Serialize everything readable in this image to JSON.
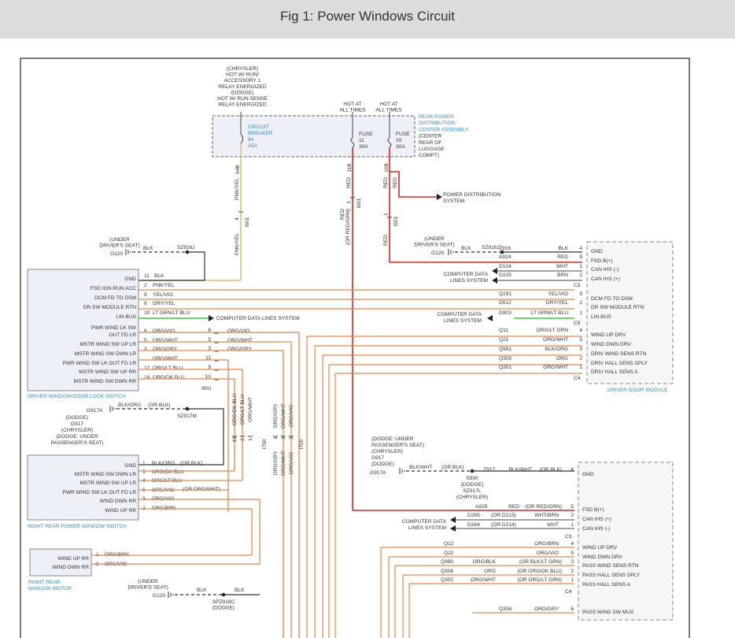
{
  "header": {
    "title": "Fig 1: Power Windows Circuit"
  },
  "colors": {
    "pnk_yel": "#e9b77c",
    "red": "#d7261e",
    "org": "#e8874a",
    "org_vio": "#ea7a50",
    "green": "#33d133",
    "dark": "#333333",
    "blue": "#3a8ac8",
    "box": "#7a7a7a"
  },
  "top_labels": {
    "relay": [
      "(CHRYSLER)",
      "HOT W/ RUN/",
      "ACCESSORY 1",
      "RELAY ENERGIZED",
      "(DODGE)",
      "HOT W/ RUN SENSE",
      "RELAY ENERGIZED"
    ],
    "fuse11_hot": [
      "HOT AT",
      "ALL TIMES"
    ],
    "fuse10_hot": [
      "HOT AT",
      "ALL TIMES"
    ]
  },
  "rpdc": {
    "name": [
      "REAR POWER",
      "DISTRIBUTION",
      "CENTER ASSEMBLY"
    ],
    "location": [
      "(CENTER",
      "REAR OF",
      "LUGGAGE",
      "COMPT)"
    ],
    "breaker": [
      "CIRCUIT",
      "BREAKER",
      "64",
      "25A"
    ],
    "fuse11": [
      "FUSE",
      "11",
      "30A"
    ],
    "fuse10": [
      "FUSE",
      "10",
      "30A"
    ],
    "pin_64b": "64B",
    "pin_11b": "11B",
    "pin_10b": "10B"
  },
  "wires_vertical": {
    "pnk_yel": "PNK/YEL",
    "pnk_yel_2": "PNK/YEL",
    "pin4": "4",
    "i601": "I601",
    "red_1": "RED",
    "red_2": "RED",
    "red_or": "(OR RED/GRN)",
    "pin1": "1",
    "i651": "I651",
    "red_3": "RED",
    "red_4": "RED",
    "pin1_b": "1",
    "i501": "I501",
    "power_dist": [
      "POWER DISTRIBUTION",
      "SYSTEM"
    ]
  },
  "ground_g120_top": {
    "location": [
      "(UNDER",
      "DRIVER'S SEAT)"
    ],
    "name": "G120",
    "wire": "BLK",
    "splice": "SZ916J"
  },
  "ground_g120_right": {
    "location": [
      "(UNDER",
      "DRIVER'S SEAT)"
    ],
    "name": "G120",
    "wire": "BLK",
    "splice": "SZ916J"
  },
  "driver_switch": {
    "name": "DRIVER WINDOW/DOOR LOCK SWITCH",
    "labels": [
      "GND",
      "FSD IGN RUN ACC",
      "DCM FD TO DSM",
      "DR SW MODULE RTN",
      "LIN BUS",
      "PWR WIND LK SW",
      "OUT FD LR",
      "MSTR WIND SW UP LR",
      "MSTR WIND SW DWN LR",
      "PWR WIND SW LK OUT FD LR",
      "MSTR WIND SW UP RR",
      "MSTR WIND SW DWN RR"
    ],
    "pins": [
      "11",
      "2",
      "8",
      "9",
      "10",
      "6",
      "5",
      "3",
      "12",
      "14"
    ],
    "wires": [
      "BLK",
      "PNK/YEL",
      "YEL/VIO",
      "GRY/YEL",
      "LT GRN/LT BLU",
      "ORG/VIO",
      "ORG/WHT",
      "ORG/GRY",
      "ORG/WHT",
      "ORG/LT BLU",
      "ORG/DK BLU"
    ],
    "ext_pins": [
      "6",
      "5",
      "3",
      "11",
      "9",
      "10"
    ],
    "ext_wires": [
      "ORG/VIO",
      "ORG/WHT",
      "ORG/GRY"
    ],
    "conn": "I601",
    "lin_target": "COMPUTER DATA LINES SYSTEM"
  },
  "driver_door_module": {
    "name": "DRIVER DOOR MODULE",
    "labels": [
      "GND",
      "FSD B(+)",
      "CAN IHS (-)",
      "CAN IHS (+)",
      "DCM FD TO DSM",
      "DR SW MODULE RTN",
      "LIN BUS",
      "WIND UP DRV",
      "WIND DWN DRV",
      "DRIV WIND SENS RTN",
      "DRIV HALL SENS SPLY",
      "DRIV HALL SENS A"
    ],
    "pins": [
      "4",
      "5",
      "1",
      "2",
      "5",
      "2",
      "1",
      "4",
      "5",
      "3",
      "2",
      "1"
    ],
    "circuits": [
      "Z916",
      "A924",
      "D104",
      "D103",
      "Q291",
      "D512",
      "D903",
      "Q11",
      "Q21",
      "Q991",
      "Q305",
      "Q301"
    ],
    "wires": [
      "BLK",
      "RED",
      "WHT",
      "BRN",
      "YEL/VIO",
      "GRY/YEL",
      "LT GRN/LT BLU",
      "ORG/LT GRN",
      "ORG/WHT",
      "BLK/ORG",
      "ORG",
      "ORG/WHT"
    ],
    "conns": [
      "C3",
      "C5",
      "C4"
    ],
    "cdl_1": [
      "COMPUTER DATA",
      "LINES SYSTEM"
    ],
    "cdl_2": [
      "COMPUTER DATA",
      "LINES SYSTEM"
    ]
  },
  "ground_g917_left": {
    "name": "G917A",
    "notes": [
      "(DODGE)",
      "G917",
      "(CHRYSLER)",
      "(DODGE: UNDER",
      "PASSENGER'S SEAT)"
    ],
    "wire": "BLK/ORG",
    "wire_or": "(OR BLK)",
    "splice": "SZ917M"
  },
  "vertical_bundle": {
    "labels_a": [
      "ORG/DK BLU",
      "ORG/LT BLU",
      "ORG/WHT"
    ],
    "pins_a": [
      "13",
      "2",
      "1"
    ],
    "labels_b": [
      "ORG/GRY",
      "ORG/WHT",
      "ORG/VIO"
    ],
    "pins_b": [
      "1",
      "2",
      "3"
    ],
    "conn_a": "I750",
    "conn_b": "I700",
    "lower_labels": [
      "ORG/GRY",
      "ORG/WHT",
      "ORG/VIO"
    ]
  },
  "rr_switch": {
    "name": "RIGHT REAR POWER WINDOW SWITCH",
    "labels": [
      "GND",
      "MSTR WIND SW DWN LR",
      "MSTR WIND SW UP LR",
      "PWR WIND SW LK OUT FD LR",
      "WIND DWN RR",
      "WIND UP RR"
    ],
    "pins": [
      "1",
      "5",
      "4",
      "6",
      "3",
      "2"
    ],
    "wires": [
      "BLK/ORG",
      "ORG/DK BLU",
      "ORG/LT BLU",
      "ORG/VIO",
      "ORG/VIO",
      "ORG/BRN"
    ],
    "wire_or": [
      "(OR BLK)",
      "(OR ORG/WHT)"
    ]
  },
  "rr_motor": {
    "name": [
      "RIGHT REAR",
      "WINDOW MOTOR"
    ],
    "labels": [
      "WIND UP RR",
      "WIND DWN RR"
    ],
    "pins": [
      "1",
      "2"
    ],
    "wires": [
      "ORG/BRN",
      "ORG/VIO"
    ]
  },
  "ground_g120_bottom": {
    "location": [
      "(UNDER",
      "DRIVER'S SEAT)"
    ],
    "name": "G120",
    "wire_1": "BLK",
    "wire_2": "BLK",
    "splice": [
      "SPZ916C",
      "(DODGE)"
    ]
  },
  "ground_g917_right": {
    "notes": [
      "(DODGE: UNDER",
      "PASSENGER'S SEAT)",
      "(CHRYSLER)",
      "G917",
      "(DODGE)"
    ],
    "name": "G917A",
    "wire": "BLK/WHT",
    "wire_or": "(OR BLK)",
    "splice": [
      "S590",
      "(DODGE)",
      "SZ917L",
      "(CHRYSLER)"
    ]
  },
  "passenger_door_module": {
    "labels": [
      "GND",
      "FSD B(+)",
      "CAN IHS (+)",
      "CAN IHS (-)",
      "WIND UP DRV",
      "WIND DWN DRV",
      "PASS WIND SENS RTN",
      "PASS HALL SENS SPLY",
      "PASS HALL SENS A",
      "PASS WIND SW MUX"
    ],
    "pins": [
      "4",
      "5",
      "2",
      "1",
      "4",
      "5",
      "3",
      "2",
      "1",
      "6"
    ],
    "circuits": [
      "Z917",
      "A925",
      "D265",
      "D264",
      "Q12",
      "Q22",
      "Q990",
      "Q306",
      "Q302",
      "Q336"
    ],
    "circuit_or": [
      "",
      "",
      "(OR D213)",
      "(OR D214)",
      "",
      "",
      "",
      "",
      "",
      ""
    ],
    "wires": [
      "BLK/WHT",
      "RED",
      "WHT/BRN",
      "WHT",
      "ORG/BRN",
      "ORG/VIO",
      "ORG/BLK",
      "ORG",
      "ORG/WHT",
      "ORG/GRY"
    ],
    "wire_or": [
      "(OR BLK)",
      "(OR RED/GRN)",
      "",
      "",
      "",
      "",
      "(OR BLK/LT GRN)",
      "(OR ORG/DK BLU)",
      "(OR ORG/LT GRN)",
      ""
    ],
    "conns": [
      "C3",
      "C4"
    ],
    "cdl": [
      "COMPUTER DATA",
      "LINES SYSTEM"
    ]
  }
}
